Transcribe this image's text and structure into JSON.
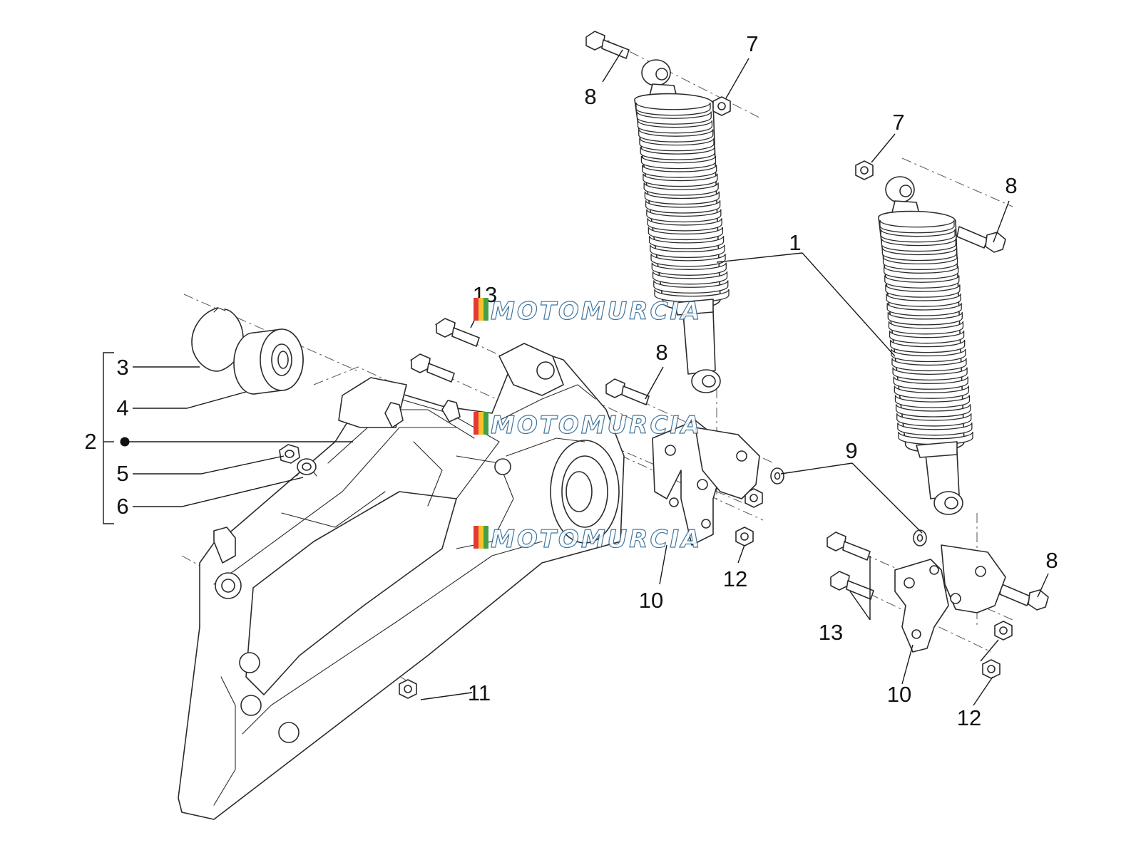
{
  "diagram": {
    "callouts": [
      "1",
      "2",
      "3",
      "4",
      "5",
      "6",
      "7",
      "7",
      "8",
      "8",
      "8",
      "8",
      "9",
      "10",
      "10",
      "11",
      "12",
      "12",
      "13",
      "13"
    ]
  },
  "watermark": {
    "text": "MOTOMURCIA",
    "colors": [
      "#e53935",
      "#fbc02d",
      "#43a047",
      "#1f5f8f"
    ]
  },
  "colors": {
    "line": "#2b2b2b",
    "background": "#ffffff"
  }
}
